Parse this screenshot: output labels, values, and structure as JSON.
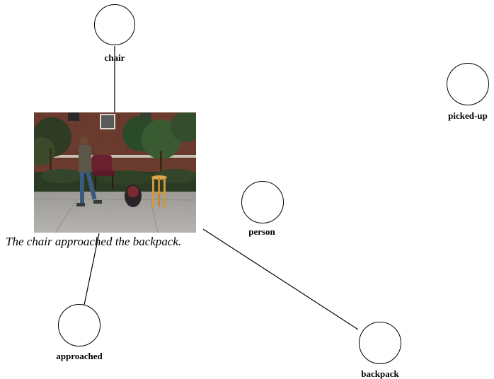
{
  "nodes": {
    "chair": "chair",
    "picked_up": "picked-up",
    "person": "person",
    "approached": "approached",
    "backpack": "backpack"
  },
  "image": {
    "caption": "The chair approached the backpack."
  },
  "edges": [
    {
      "from": "chair",
      "to": "image"
    },
    {
      "from": "image",
      "to": "approached"
    },
    {
      "from": "image",
      "to": "backpack"
    }
  ]
}
